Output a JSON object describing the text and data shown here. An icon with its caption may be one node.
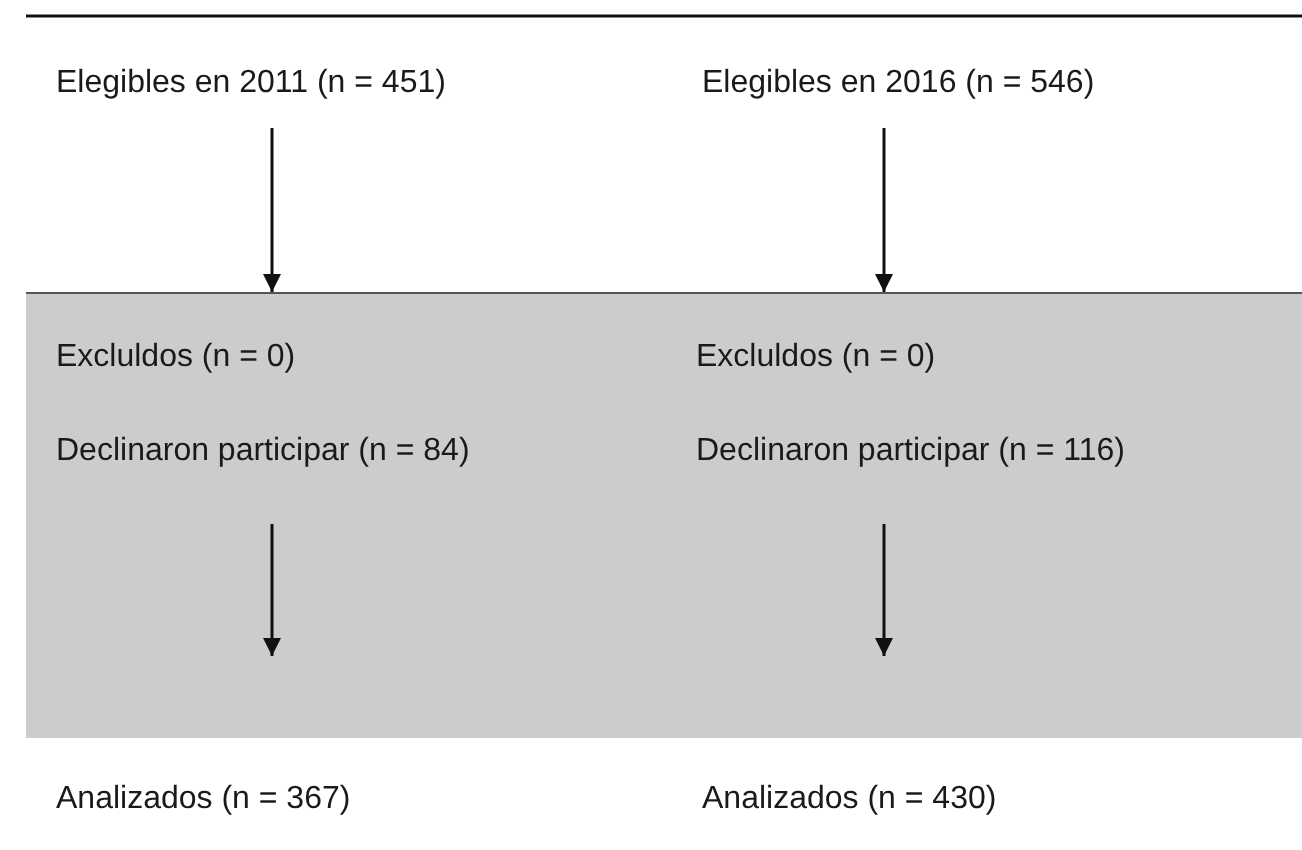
{
  "diagram": {
    "nodes": [
      {
        "text": [
          "Elegibles en 2011 (n = 451)"
        ]
      },
      {
        "text": [
          "Elegibles en 2016 (n = 546)"
        ]
      },
      {
        "text": [],
        "shape": "box"
      },
      {
        "text": [
          "Excluldos (n = 0)",
          "Declinaron participar (n = 84)"
        ],
        "in": 2
      },
      {
        "text": [
          "Excluldos (n = 0)",
          "Declinaron participar (n = 116)"
        ],
        "in": 2
      },
      {
        "text": [
          "Analizados (n = 367)"
        ]
      },
      {
        "text": [
          "Analizados (n = 430)"
        ]
      }
    ],
    "edges": [
      {
        "from": 0,
        "to": 3,
        "arrow": "to"
      },
      {
        "from": 1,
        "to": 4,
        "arrow": "to"
      },
      {
        "from": 3,
        "to": 5,
        "arrow": "to"
      },
      {
        "from": 4,
        "to": 6,
        "arrow": "to"
      }
    ]
  }
}
